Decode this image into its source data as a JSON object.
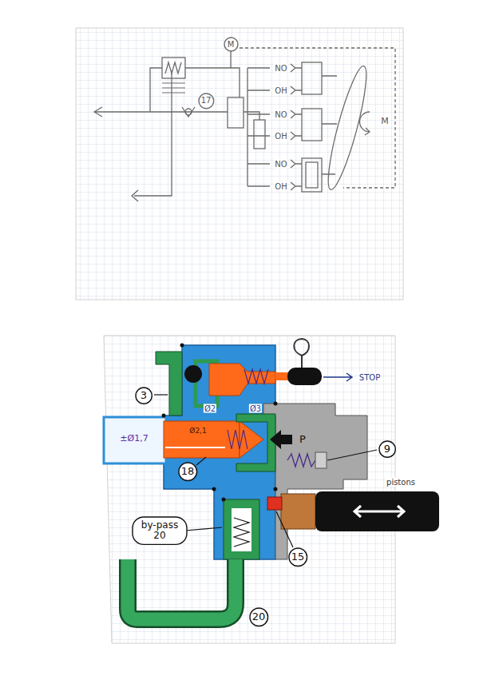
{
  "diagram": {
    "nodes": [
      {
        "text": [
          "M"
        ]
      },
      {
        "text": [
          "17"
        ]
      },
      {
        "text": [
          "3"
        ]
      },
      {
        "text": [
          "9"
        ]
      },
      {
        "text": [
          "18"
        ]
      },
      {
        "text": [
          "by-pass 20"
        ]
      },
      {
        "text": [
          "15"
        ]
      },
      {
        "text": [
          "20"
        ]
      }
    ],
    "labels": [
      "NO",
      "OH",
      "NO",
      "OH",
      "NO",
      "OH",
      "M",
      "STOP",
      "Ø2",
      "Ø3",
      "±Ø1,7",
      "Ø2,1",
      "P",
      "pistons"
    ]
  }
}
